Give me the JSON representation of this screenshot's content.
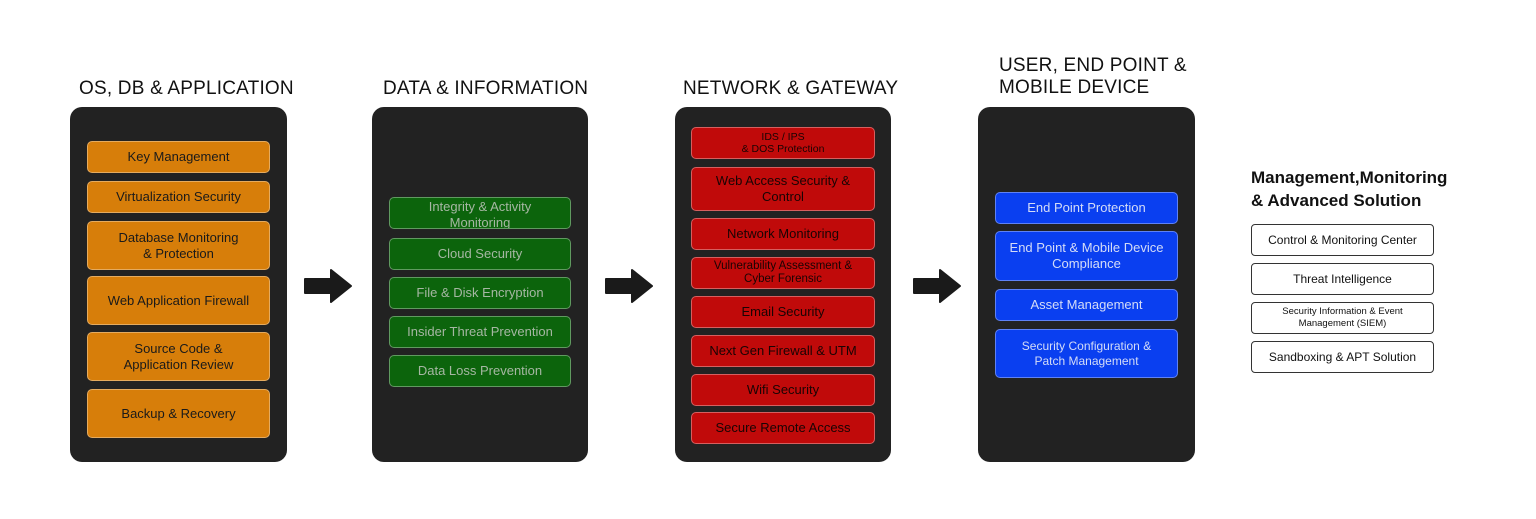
{
  "columns": [
    {
      "title": [
        "OS, DB & APPLICATION"
      ],
      "items": [
        [
          "Key Management"
        ],
        [
          "Virtualization Security"
        ],
        [
          "Database Monitoring",
          "& Protection"
        ],
        [
          "Web Application Firewall"
        ],
        [
          "Source Code &",
          "Application Review"
        ],
        [
          "Backup & Recovery"
        ]
      ]
    },
    {
      "title": [
        "DATA & INFORMATION"
      ],
      "items": [
        [
          "Integrity & Activity",
          "Monitoring"
        ],
        [
          "Cloud Security"
        ],
        [
          "File & Disk Encryption"
        ],
        [
          "Insider Threat Prevention"
        ],
        [
          "Data Loss Prevention"
        ]
      ]
    },
    {
      "title": [
        "NETWORK & GATEWAY"
      ],
      "items": [
        [
          "IDS / IPS",
          "& DOS Protection"
        ],
        [
          "Web Access Security &",
          "Control"
        ],
        [
          "Network Monitoring"
        ],
        [
          "Vulnerability Assessment &",
          "Cyber Forensic"
        ],
        [
          "Email Security"
        ],
        [
          "Next Gen Firewall & UTM"
        ],
        [
          "Wifi Security"
        ],
        [
          "Secure Remote Access"
        ]
      ]
    },
    {
      "title": [
        "USER, END POINT &",
        "MOBILE DEVICE"
      ],
      "items": [
        [
          "End Point Protection"
        ],
        [
          "End Point & Mobile Device",
          "Compliance"
        ],
        [
          "Asset Management"
        ],
        [
          "Security Configuration &",
          "Patch Management"
        ]
      ]
    }
  ],
  "management": {
    "title": [
      "Management,Monitoring",
      "& Advanced Solution"
    ],
    "items": [
      [
        "Control & Monitoring Center"
      ],
      [
        "Threat Intelligence"
      ],
      [
        "Security Information & Event",
        "Management (SIEM)"
      ],
      [
        "Sandboxing & APT Solution"
      ]
    ]
  },
  "colors": {
    "panel": "#222222",
    "orange": "#d77e0a",
    "green": "#0c640c",
    "red": "#c00a0a",
    "blue": "#0a3ff0",
    "arrow": "#1a1a1a"
  },
  "icons": [
    "arrow-right-icon",
    "arrow-right-icon",
    "arrow-right-icon"
  ]
}
